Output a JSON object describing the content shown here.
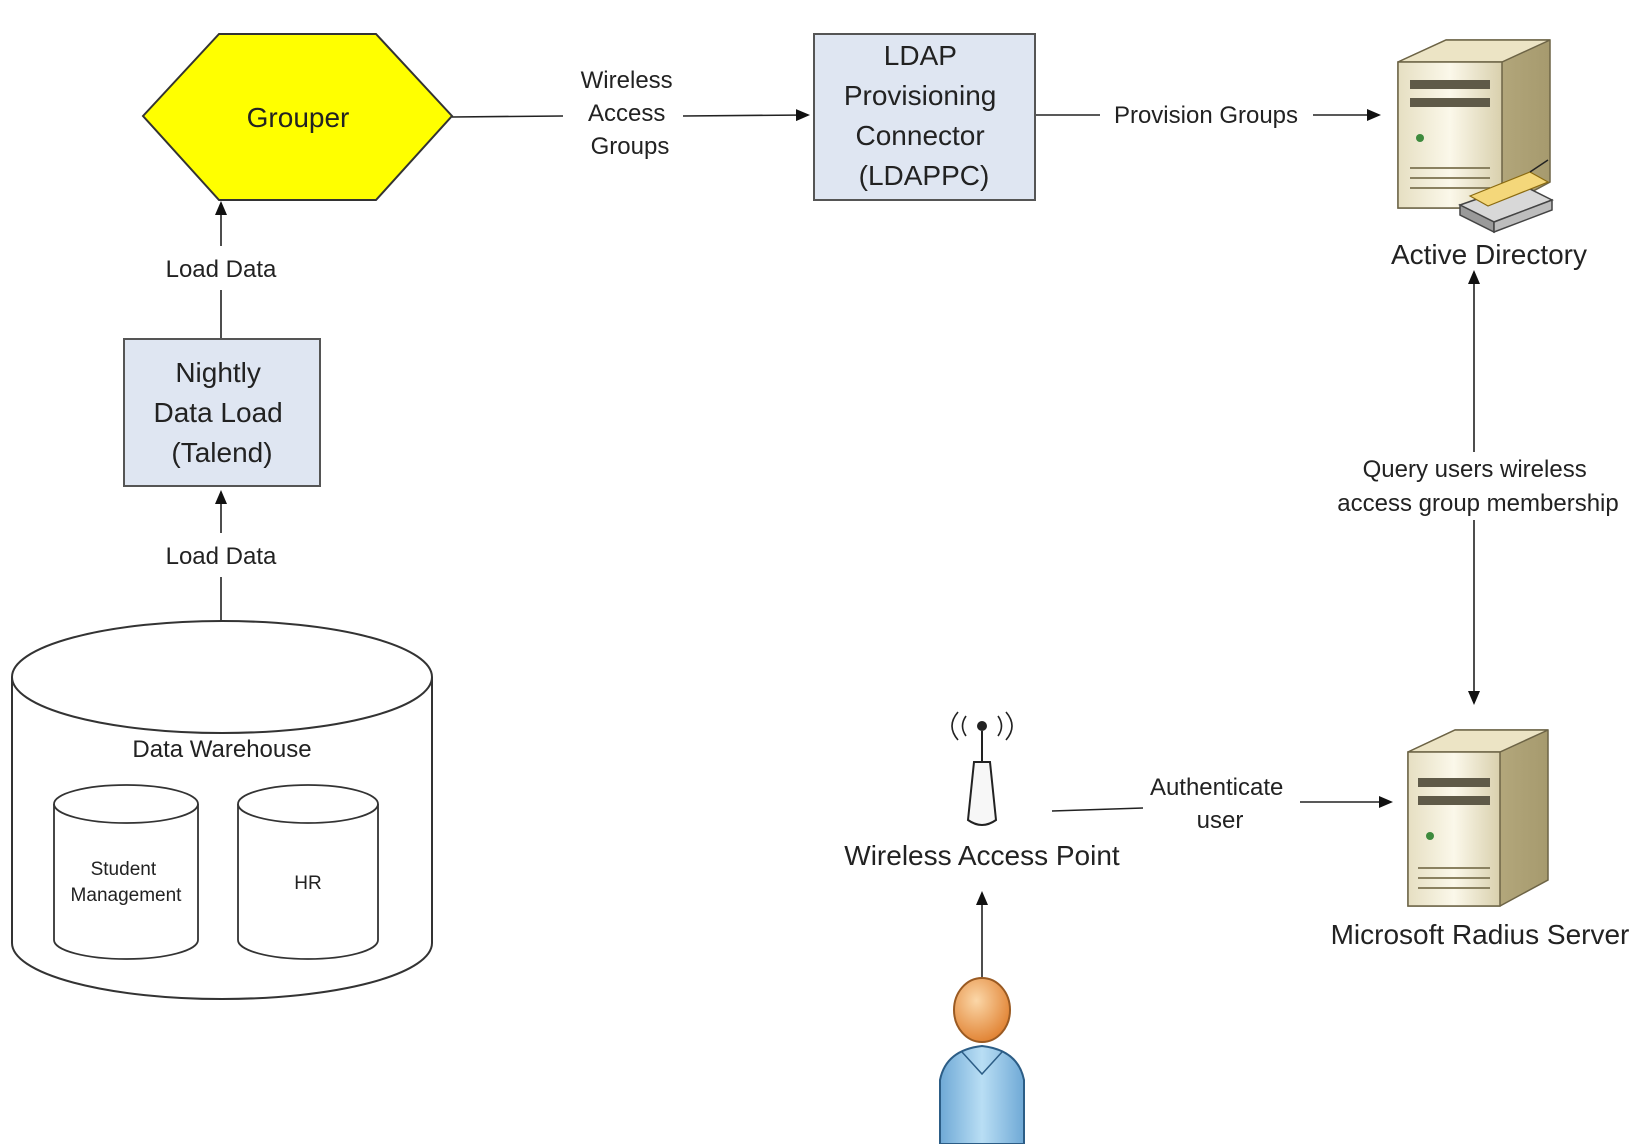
{
  "nodes": {
    "grouper": "Grouper",
    "ldappc": [
      "LDAP",
      "Provisioning",
      "Connector",
      "(LDAPPC)"
    ],
    "active_directory": "Active Directory",
    "nightly_load": [
      "Nightly",
      "Data Load",
      "(Talend)"
    ],
    "data_warehouse": "Data Warehouse",
    "student_management": [
      "Student",
      "Management"
    ],
    "hr": "HR",
    "wireless_access_point": "Wireless Access Point",
    "radius_server": "Microsoft Radius Server"
  },
  "edges": {
    "grouper_to_ldappc": [
      "Wireless",
      "Access",
      "Groups"
    ],
    "ldappc_to_ad": "Provision Groups",
    "talend_to_grouper": "Load Data",
    "warehouse_to_talend": "Load Data",
    "ad_radius": [
      "Query users wireless",
      "access group membership"
    ],
    "ap_to_radius": [
      "Authenticate",
      "user"
    ]
  },
  "colors": {
    "grouper_fill": "#ffff00",
    "box_fill": "#dfe6f2",
    "server_body": "#f0ead2",
    "user_head": "#f2a35a",
    "user_body": "#9ecbe8"
  },
  "icons": {
    "server": "server-icon",
    "wireless": "antenna-icon",
    "user": "user-icon"
  }
}
